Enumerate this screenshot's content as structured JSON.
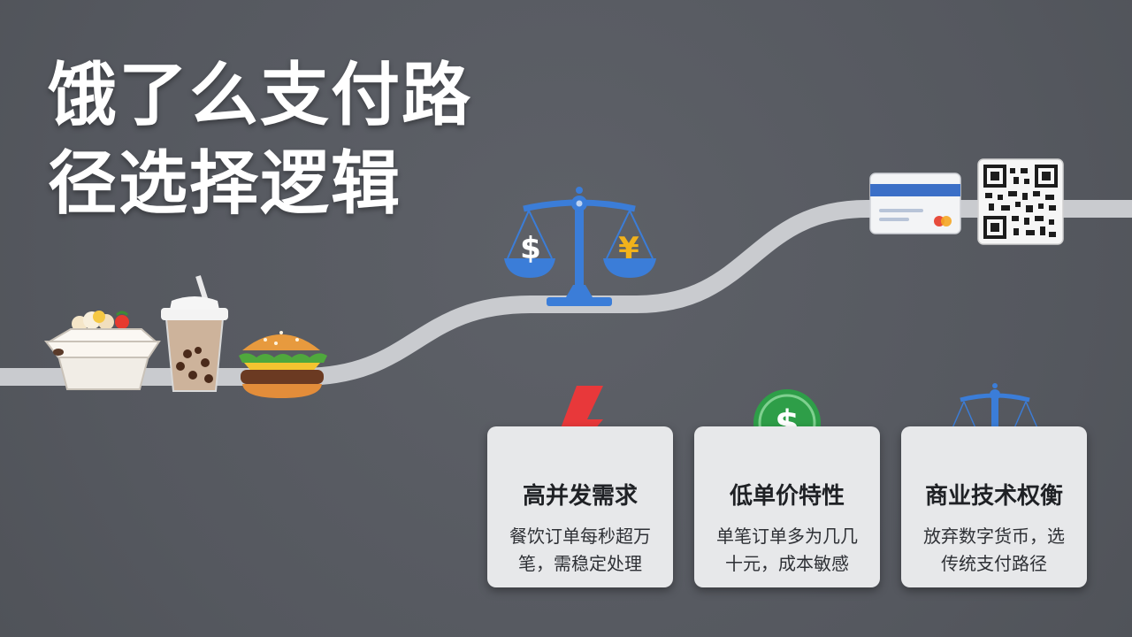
{
  "title": {
    "line1": "饿了么支付路",
    "line2": "径选择逻辑"
  },
  "cards": [
    {
      "title": "高并发需求",
      "desc": "餐饮订单每秒超万笔，需稳定处理",
      "icon": "lightning-icon"
    },
    {
      "title": "低单价特性",
      "desc": "单笔订单多为几几十元，成本敏感",
      "icon": "dollar-coin-icon"
    },
    {
      "title": "商业技术权衡",
      "desc": "放弃数字货币，选传统支付路径",
      "icon": "balance-scale-icon"
    }
  ],
  "scale_symbols": {
    "left": "$",
    "right": "¥"
  },
  "coin_symbol": "$",
  "colors": {
    "background": "#585b62",
    "path": "#c9cbcf",
    "scale_blue": "#3b7dd8",
    "lightning_red": "#e8383a",
    "coin_green": "#2e9e48",
    "yen_gold": "#f2b21b"
  }
}
